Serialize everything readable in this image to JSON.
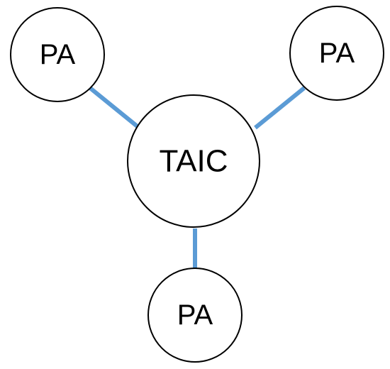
{
  "diagram": {
    "edge_color": "#5b9bd5",
    "node_border_color": "#000000",
    "center_node": {
      "label": "TAIC"
    },
    "outer_nodes": [
      {
        "label": "PA"
      },
      {
        "label": "PA"
      },
      {
        "label": "PA"
      }
    ]
  }
}
